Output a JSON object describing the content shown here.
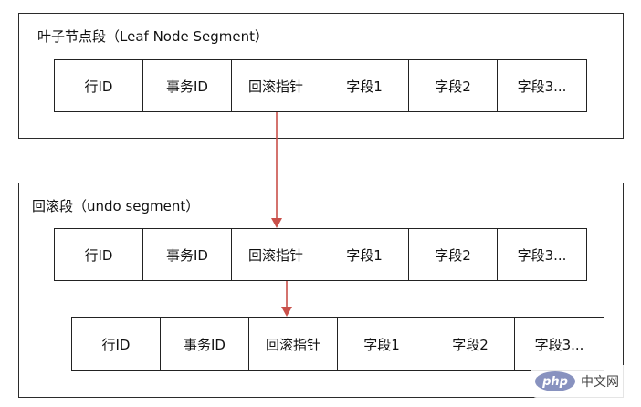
{
  "leaf_segment": {
    "title": "叶子节点段（Leaf Node Segment）",
    "cells": [
      "行ID",
      "事务ID",
      "回滚指针",
      "字段1",
      "字段2",
      "字段3..."
    ]
  },
  "undo_segment": {
    "title": "回滚段（undo segment）",
    "record_1": {
      "cells": [
        "行ID",
        "事务ID",
        "回滚指针",
        "字段1",
        "字段2",
        "字段3..."
      ]
    },
    "record_2": {
      "cells": [
        "行ID",
        "事务ID",
        "回滚指针",
        "字段1",
        "字段2",
        "字段3..."
      ]
    }
  },
  "colors": {
    "arrow": "#c9504a",
    "border": "#2b2b2b"
  },
  "watermark": {
    "logo_text": "php",
    "text": "中文网"
  }
}
